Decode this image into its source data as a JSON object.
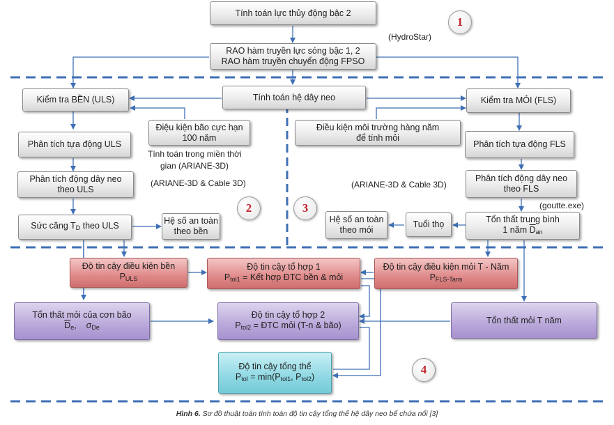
{
  "boxes": {
    "b1": "Tính toán lực thủy động bậc 2",
    "b2_line1": "RAO hàm truyền lực sóng bậc 1, 2",
    "b2_line2": "RAO hàm truyền chuyển động FPSO",
    "b3": "Tính toán hệ dây neo",
    "b4": "Kiểm tra BỀN (ULS)",
    "b5": "Kiểm tra MỎI (FLS)",
    "b6_line1": "Điệu kiện bão cực hạn",
    "b6_line2": "100 năm",
    "b7_line1": "Điều kiện môi trường hàng năm",
    "b7_line2": "để tính mỏi",
    "b8": "Phân tích tựa động ULS",
    "b9": "Phân tích tựa động FLS",
    "b10_line1": "Phân tích động dây neo",
    "b10_line2": "theo ULS",
    "b11_line1": "Phân tích động dây neo",
    "b11_line2": "theo FLS",
    "b12_pre": "Sức căng T",
    "b12_sub": "D",
    "b12_post": " theo ULS",
    "b13_line1": "Hệ số an toàn",
    "b13_line2": "theo bền",
    "b14_line1": "Hệ số an toàn",
    "b14_line2": "theo mỏi",
    "b15": "Tuổi thọ",
    "b16_line1": "Tổn thất trung bình",
    "b16_pre": "1 năm ",
    "b16_D": "D",
    "b16_sub": "an",
    "b17_line1": "Độ tin cậy điều kiện bền",
    "b17_P": "P",
    "b17_sub": "ULS",
    "b18_line1": "Độ tin cậy tổ hợp 1",
    "b18_P": "P",
    "b18_sub": "tol1",
    "b18_post": " = Kết hợp ĐTC bền & mỏi",
    "b19_line1": "Độ tin cậy điều kiện  mỏi T - Năm",
    "b19_P": "P",
    "b19_sub": "FLS-Tans",
    "b20_line1": "Tổn thất mỏi của cơn bão",
    "b20_D": "D",
    "b20_Dsub": "e",
    "b20_sigma": "σ",
    "b20_ssub": "De",
    "b21_line1": "Độ tin cậy tổ hợp 2",
    "b21_P": "P",
    "b21_sub": "tol2",
    "b21_post": " = ĐTC mỏi (T-n & bão)",
    "b22": "Tổn thất mỏi T năm",
    "b23_line1": "Độ tin cậy tổng thể",
    "b23_P": "P",
    "b23_sub": "tol",
    "b23_mid": " = min(P",
    "b23_s1": "tol1",
    "b23_comma": ", P",
    "b23_s2": "tol2",
    "b23_end": ")"
  },
  "labels": {
    "hydrostar": "(HydroStar)",
    "time_domain_1": "Tính toán trong miền thời",
    "time_domain_2": "gian (ARIANE-3D)",
    "ariane_left": "(ARIANE-3D & Cable 3D)",
    "ariane_right": "(ARIANE-3D & Cable 3D)",
    "goutte": "(goutte.exe)"
  },
  "badges": [
    "1",
    "2",
    "3",
    "4"
  ],
  "caption": {
    "figure": "Hình 6.",
    "text": " Sơ đồ thuật toán tính toán độ tin cậy tổng thể hệ dây neo bể chứa nổi [3]"
  },
  "colors": {
    "arrow": "#3f6fb5",
    "dashed": "#3f6fb5",
    "badge_text": "#c0262d",
    "red_box": "#e08a8a",
    "purple_box": "#b9a8da",
    "cyan_box": "#8fd8e3"
  }
}
